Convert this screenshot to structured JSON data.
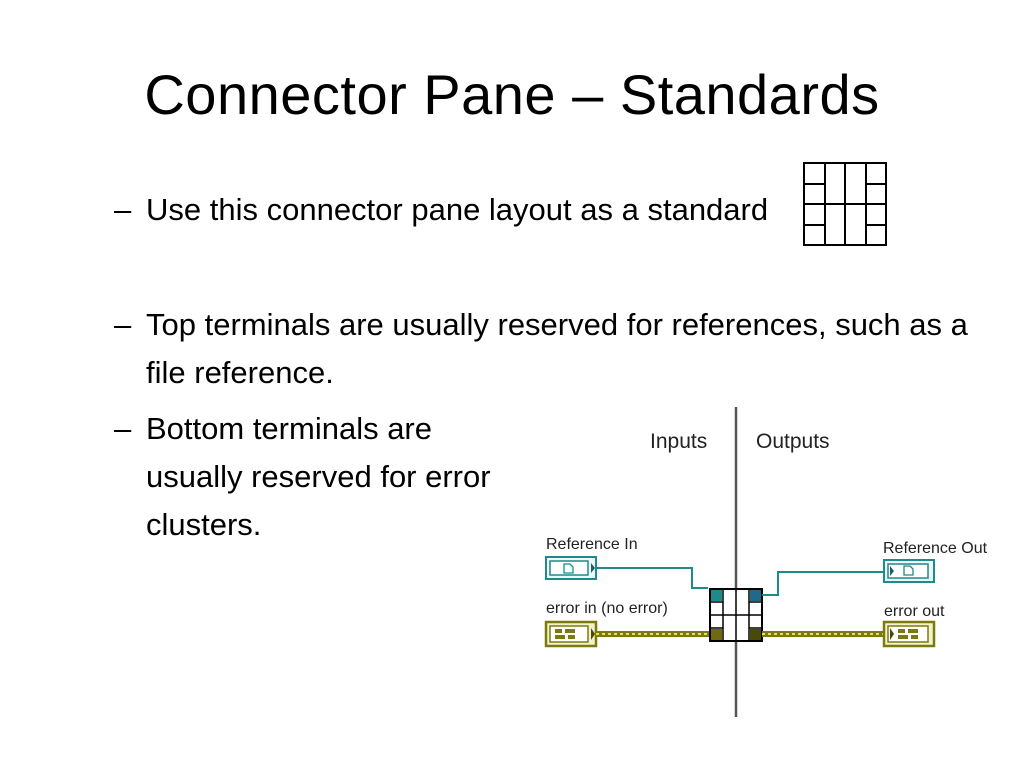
{
  "slide": {
    "title": "Connector Pane – Standards",
    "bullets": [
      {
        "dash": "–",
        "text": "Use this connector pane layout as a standard"
      },
      {
        "dash": "–",
        "text": "Top terminals are usually reserved for references, such as a file reference."
      },
      {
        "dash": "–",
        "text": "Bottom terminals are usually reserved for error clusters."
      }
    ]
  },
  "diagram": {
    "inputs_label": "Inputs",
    "outputs_label": "Outputs",
    "reference_in_label": "Reference In",
    "reference_out_label": "Reference Out",
    "error_in_label": "error in (no error)",
    "error_out_label": "error out"
  },
  "colors": {
    "reference_wire": "#1f8a8c",
    "error_wire": "#7a7a10",
    "error_wire_dots": "#e8e060"
  }
}
